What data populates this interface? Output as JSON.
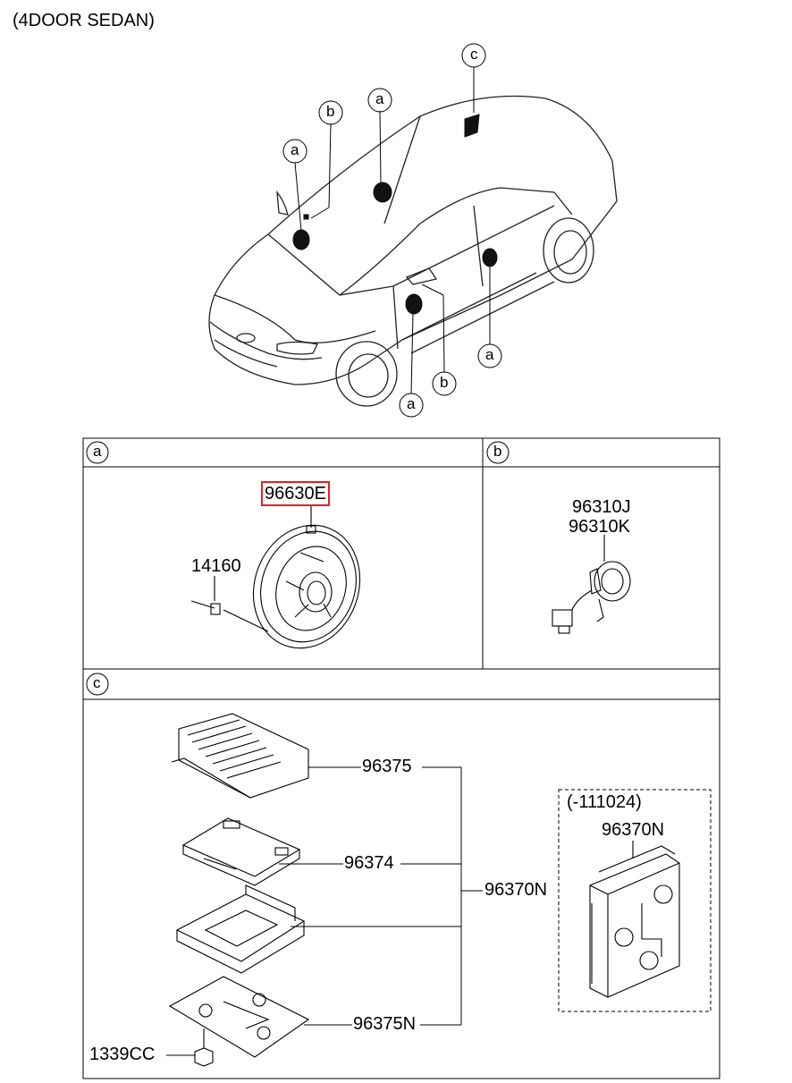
{
  "title": "(4DOOR SEDAN)",
  "callouts": {
    "a": "a",
    "b": "b",
    "c": "c"
  },
  "section_a": {
    "label": "a",
    "speaker_part": "96630E",
    "bolt_part": "14160"
  },
  "section_b": {
    "label": "b",
    "tweeter_part_1": "96310J",
    "tweeter_part_2": "96310K"
  },
  "section_c": {
    "label": "c",
    "amp_cover": "96375",
    "amp_board": "96374",
    "amp_assy": "96370N",
    "amp_bracket": "96375N",
    "nut": "1339CC",
    "alt_range": "(-111024)",
    "alt_part": "96370N"
  },
  "colors": {
    "highlight": "#e02020",
    "line": "#000000"
  }
}
